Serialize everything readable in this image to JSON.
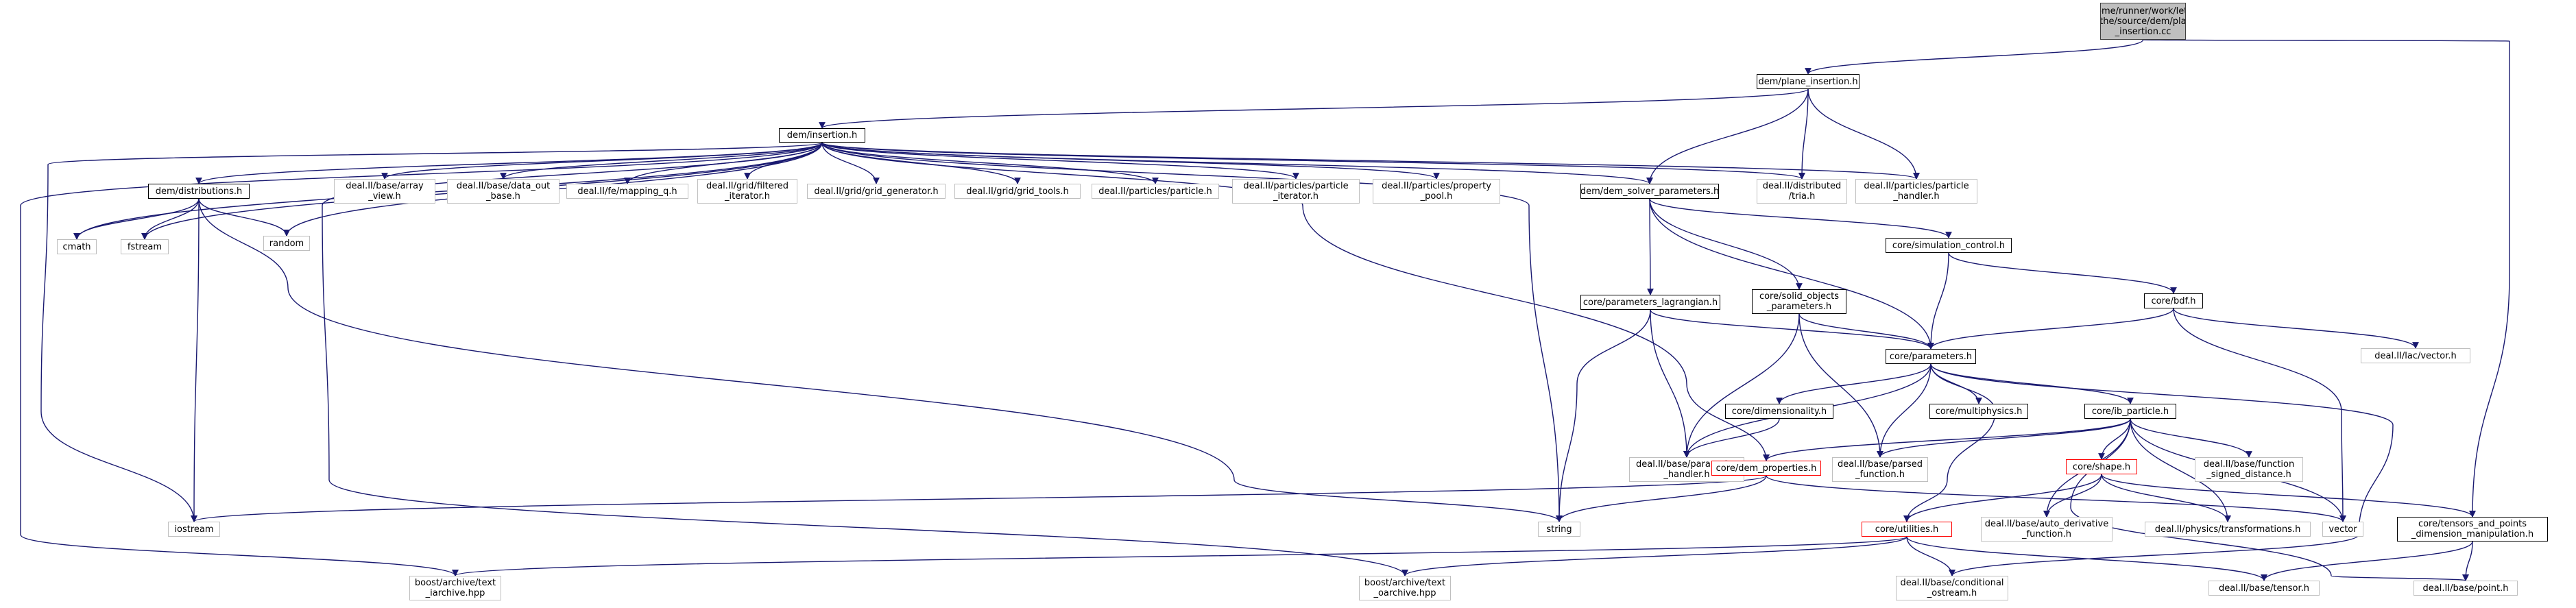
{
  "colors": {
    "edge": "#191970",
    "node_border": "#000000",
    "node_border_grey": "#bfbfbf",
    "node_border_red": "#ff0000",
    "root_fill": "#bfbfbf"
  },
  "nodes": {
    "plane_insertion_cc": "/home/runner/work/lethe\n/lethe/source/dem/plane\n_insertion.cc",
    "plane_insertion_h": "dem/plane_insertion.h",
    "insertion_h": "dem/insertion.h",
    "distributions_h": "dem/distributions.h",
    "cmath": "cmath",
    "fstream": "fstream",
    "random": "random",
    "iostream": "iostream",
    "array_view": "deal.II/base/array\n_view.h",
    "data_out_base": "deal.II/base/data_out\n_base.h",
    "mapping_q": "deal.II/fe/mapping_q.h",
    "filtered_iterator": "deal.II/grid/filtered\n_iterator.h",
    "grid_generator": "deal.II/grid/grid_generator.h",
    "grid_tools": "deal.II/grid/grid_tools.h",
    "particle_h": "deal.II/particles/particle.h",
    "particle_iterator": "deal.II/particles/particle\n_iterator.h",
    "property_pool": "deal.II/particles/property\n_pool.h",
    "dem_solver_parameters": "dem/dem_solver_parameters.h",
    "distributed_tria": "deal.II/distributed\n/tria.h",
    "particle_handler": "deal.II/particles/particle\n_handler.h",
    "simulation_control": "core/simulation_control.h",
    "bdf": "core/bdf.h",
    "lac_vector": "deal.II/lac/vector.h",
    "parameters_lagrangian": "core/parameters_lagrangian.h",
    "solid_objects_parameters": "core/solid_objects\n_parameters.h",
    "parameters_h": "core/parameters.h",
    "dimensionality": "core/dimensionality.h",
    "multiphysics": "core/multiphysics.h",
    "ib_particle": "core/ib_particle.h",
    "parameter_handler": "deal.II/base/parameter\n_handler.h",
    "parsed_function": "deal.II/base/parsed\n_function.h",
    "dem_properties": "core/dem_properties.h",
    "shape_h": "core/shape.h",
    "function_signed_distance": "deal.II/base/function\n_signed_distance.h",
    "string": "string",
    "auto_derivative": "deal.II/base/auto_derivative\n_function.h",
    "transformations": "deal.II/physics/transformations.h",
    "vector": "vector",
    "tensors_and_points": "core/tensors_and_points\n_dimension_manipulation.h",
    "utilities": "core/utilities.h",
    "text_iarchive": "boost/archive/text\n_iarchive.hpp",
    "text_oarchive": "boost/archive/text\n_oarchive.hpp",
    "conditional_ostream": "deal.II/base/conditional\n_ostream.h",
    "tensor_h": "deal.II/base/tensor.h",
    "point_h": "deal.II/base/point.h"
  }
}
